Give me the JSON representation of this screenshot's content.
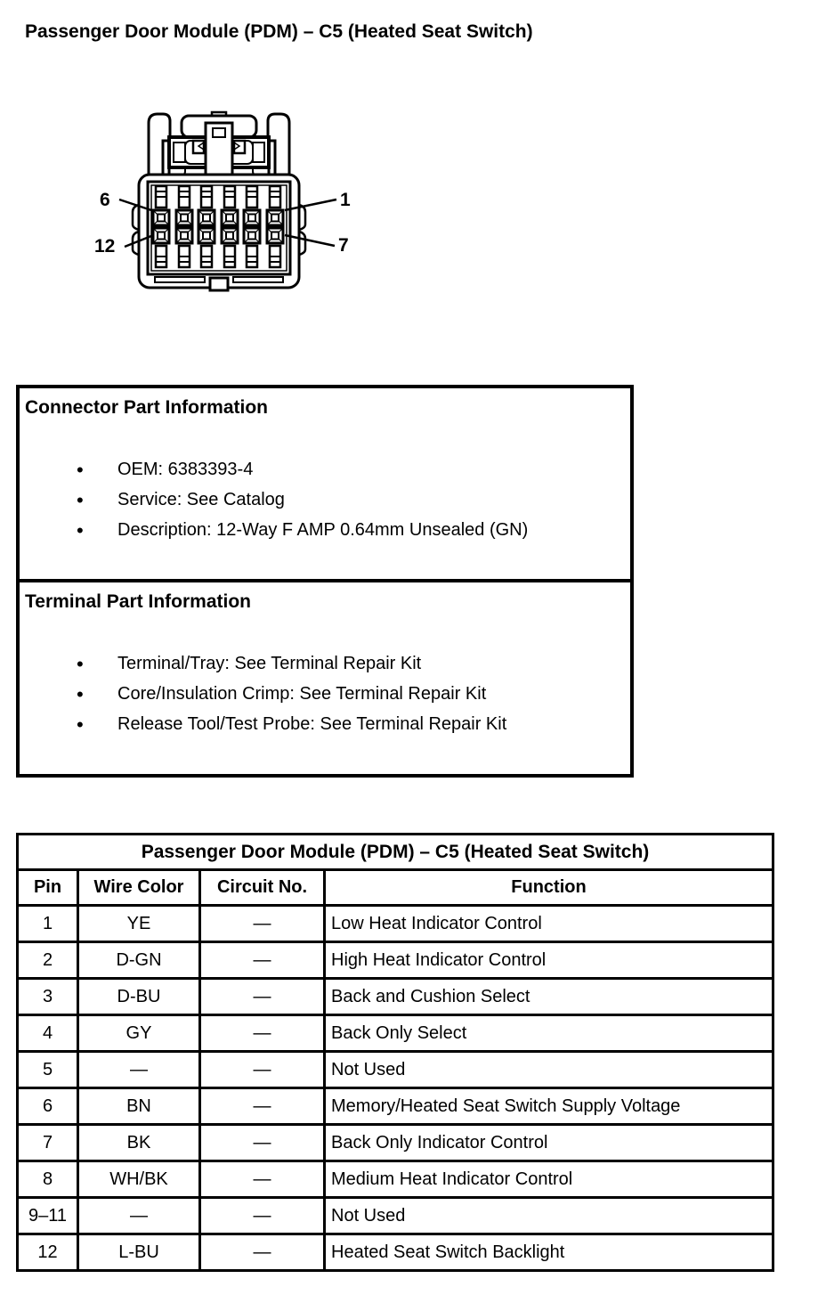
{
  "page_title": "Passenger Door Module (PDM) – C5 (Heated Seat Switch)",
  "connector_diagram": {
    "description": "12-way female connector, front view, 2 rows of 6 terminals",
    "pin_labels": {
      "top_left": "6",
      "top_right": "1",
      "bottom_left": "12",
      "bottom_right": "7"
    }
  },
  "connector_part_information": {
    "heading": "Connector Part Information",
    "items": [
      "OEM: 6383393-4",
      "Service: See Catalog",
      "Description: 12-Way F AMP 0.64mm Unsealed (GN)"
    ]
  },
  "terminal_part_information": {
    "heading": "Terminal Part Information",
    "items": [
      "Terminal/Tray: See Terminal Repair Kit",
      "Core/Insulation Crimp: See Terminal Repair Kit",
      "Release Tool/Test Probe: See Terminal Repair Kit"
    ]
  },
  "pinout_table": {
    "title": "Passenger Door Module (PDM) – C5 (Heated Seat Switch)",
    "columns": [
      "Pin",
      "Wire Color",
      "Circuit No.",
      "Function"
    ],
    "rows": [
      [
        "1",
        "YE",
        "—",
        "Low Heat Indicator Control"
      ],
      [
        "2",
        "D-GN",
        "—",
        "High Heat Indicator Control"
      ],
      [
        "3",
        "D-BU",
        "—",
        "Back and Cushion Select"
      ],
      [
        "4",
        "GY",
        "—",
        "Back Only Select"
      ],
      [
        "5",
        "—",
        "—",
        "Not Used"
      ],
      [
        "6",
        "BN",
        "—",
        "Memory/Heated Seat Switch Supply Voltage"
      ],
      [
        "7",
        "BK",
        "—",
        "Back Only Indicator Control"
      ],
      [
        "8",
        "WH/BK",
        "—",
        "Medium Heat Indicator Control"
      ],
      [
        "9–11",
        "—",
        "—",
        "Not Used"
      ],
      [
        "12",
        "L-BU",
        "—",
        "Heated Seat Switch Backlight"
      ]
    ]
  },
  "colors": {
    "ink": "#000000",
    "paper": "#ffffff"
  }
}
